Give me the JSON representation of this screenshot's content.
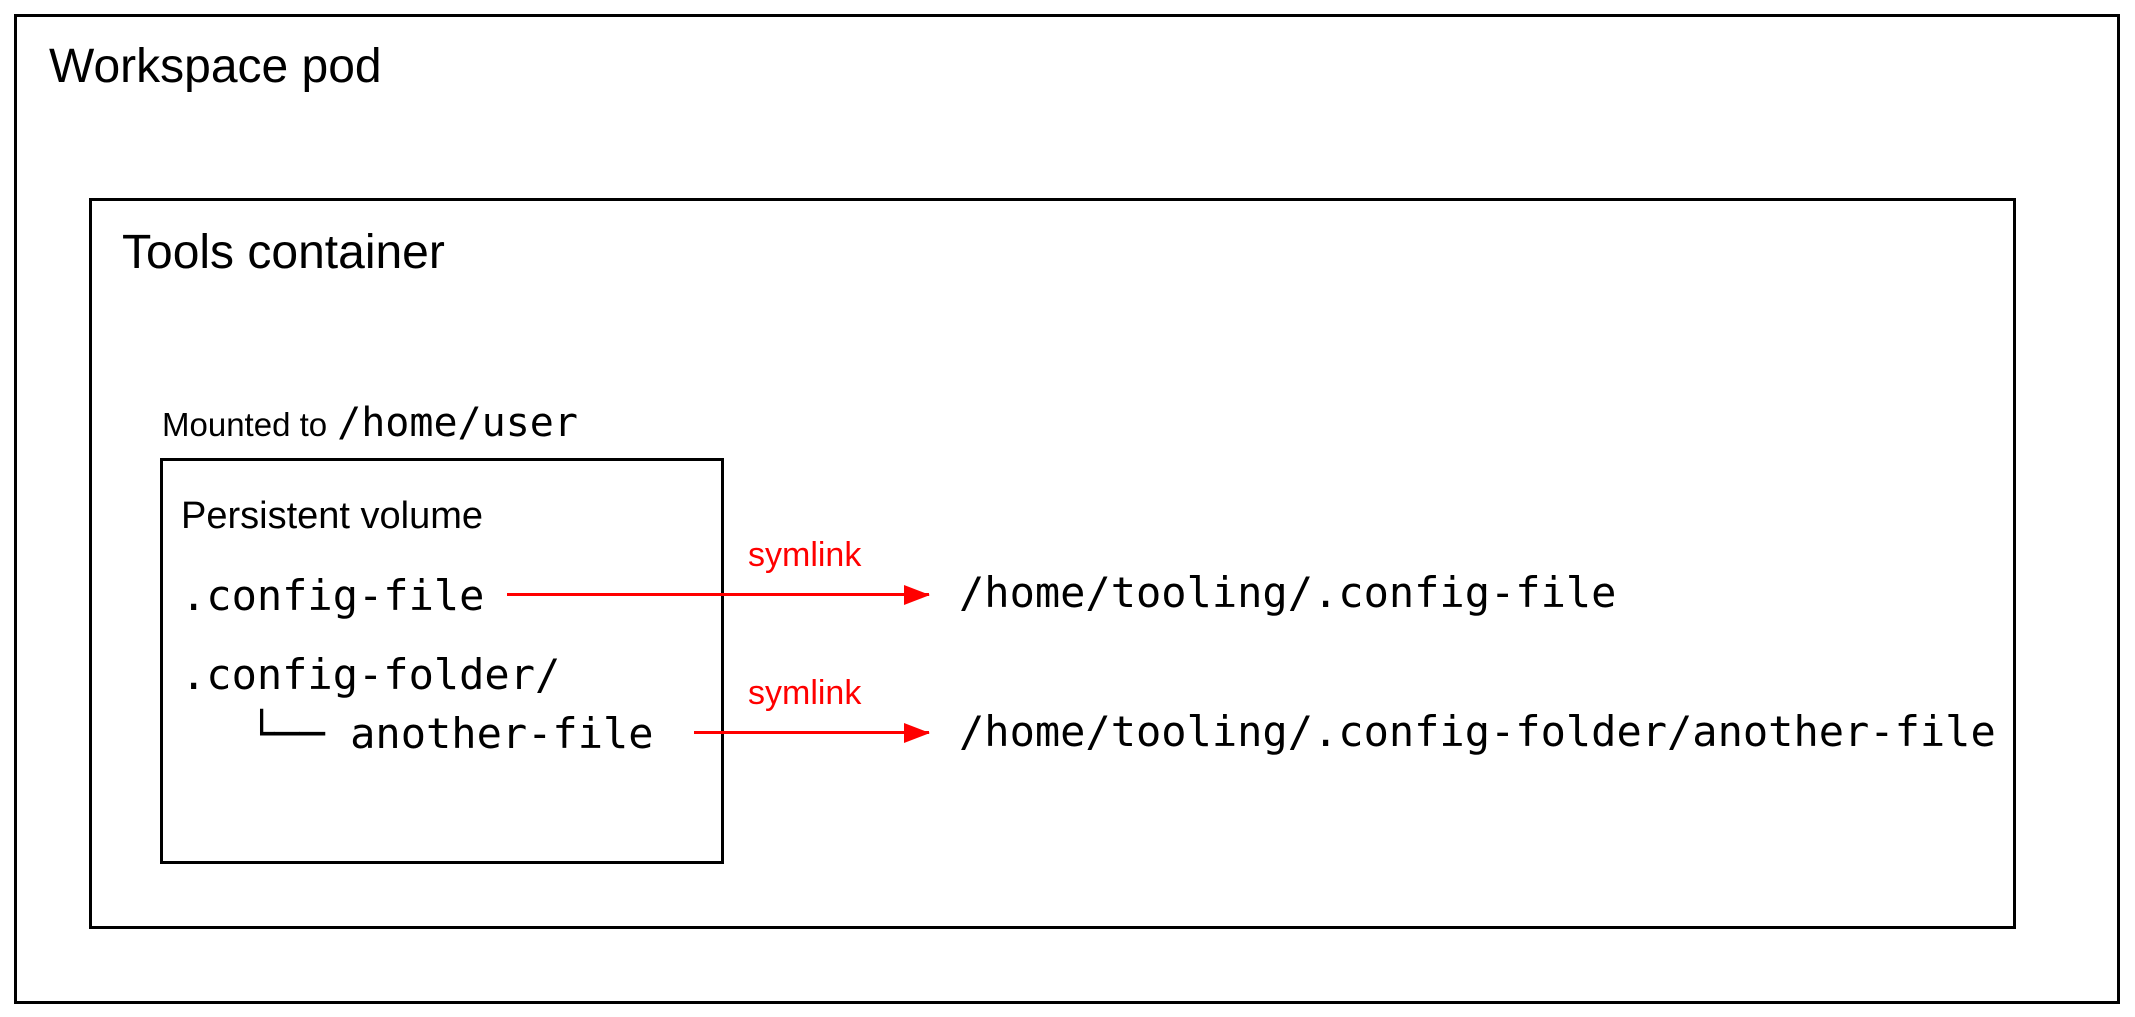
{
  "diagram": {
    "workspace_pod": {
      "label": "Workspace pod"
    },
    "tools_container": {
      "label": "Tools container"
    },
    "mount": {
      "prefix": "Mounted to",
      "path": "/home/user"
    },
    "persistent_volume": {
      "label": "Persistent volume",
      "entries": [
        {
          "name": ".config-file"
        },
        {
          "name": ".config-folder/"
        },
        {
          "name": "└── another-file"
        }
      ]
    },
    "symlinks": [
      {
        "label": "symlink",
        "target": "/home/tooling/.config-file"
      },
      {
        "label": "symlink",
        "target": "/home/tooling/.config-folder/another-file"
      }
    ]
  },
  "colors": {
    "arrow": "#ff0000",
    "border": "#000000",
    "background": "#ffffff"
  }
}
